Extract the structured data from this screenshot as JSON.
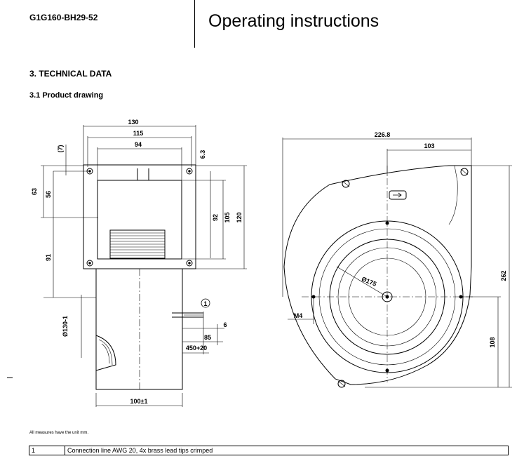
{
  "header": {
    "product_code": "G1G160-BH29-52",
    "title": "Operating instructions"
  },
  "section": {
    "title": "3. TECHNICAL DATA",
    "subtitle": "3.1 Product drawing"
  },
  "drawing": {
    "front_view": {
      "dims": {
        "w130": "130",
        "w115": "115",
        "w94": "94",
        "d7": "(7)",
        "d6_3": "6.3",
        "h63": "63",
        "h56": "56",
        "h91": "91",
        "h92": "92",
        "h105": "105",
        "h120": "120",
        "dia130": "Ø130-1",
        "w100": "100±1",
        "callout": "1",
        "d6": "6",
        "d85": "85",
        "d450": "450+20"
      }
    },
    "side_view": {
      "dims": {
        "w226_8": "226.8",
        "w103": "103",
        "dia175": "Ø175",
        "m4": "M4",
        "h262": "262",
        "h108": "108"
      }
    }
  },
  "footnote": "All measures have the unit mm.",
  "notes_table": [
    {
      "number": "1",
      "text": "Connection line AWG 20, 4x brass lead tips crimped"
    }
  ]
}
